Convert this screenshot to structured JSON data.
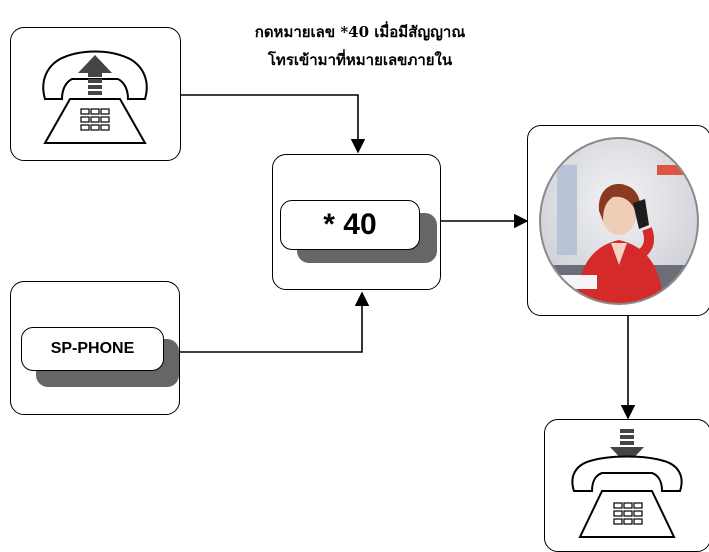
{
  "caption": {
    "line1": "กดหมายเลข *40 เมื่อมีสัญญาณ",
    "line2": "โทรเข้ามาที่หมายเลขภายใน"
  },
  "code_key": {
    "label": "* 40"
  },
  "sp_phone_key": {
    "label": "SP-PHONE"
  },
  "icons": {
    "incoming_phone": "telephone-with-up-arrow-icon",
    "operator": "operator-photo",
    "answered_phone": "telephone-with-down-arrow-icon"
  },
  "colors": {
    "arrow_fill": "#444444",
    "key_shadow": "#666666"
  }
}
